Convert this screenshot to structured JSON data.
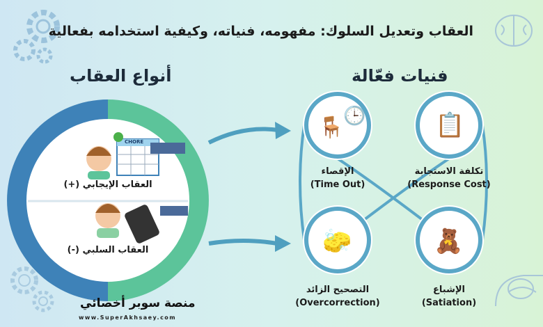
{
  "title": "العقاب وتعديل السلوك: مفهومه، فنياته، وكيفية استخدامه بفعالية",
  "left": {
    "heading": "أنواع العقاب",
    "types": [
      {
        "label": "العقاب الإيجابي (+)",
        "chart_text": "CHORE"
      },
      {
        "label": "العقاب السلبي (-)"
      }
    ]
  },
  "right": {
    "heading": "فنيات فعّالة",
    "techniques": [
      {
        "ar": "الإقصاء",
        "en": "(Time Out)"
      },
      {
        "ar": "تكلفة الاستجابة",
        "en": "(Response Cost)"
      },
      {
        "ar": "التصحيح الزائد",
        "en": "(Overcorrection)"
      },
      {
        "ar": "الإشباع",
        "en": "(Satiation)"
      }
    ]
  },
  "brand": {
    "name": "منصة سوبر أخصائي",
    "url": "www.SuperAkhsaey.com"
  },
  "colors": {
    "blue": "#3e82b8",
    "green": "#5cc49a",
    "teal": "#4f9fbf"
  }
}
